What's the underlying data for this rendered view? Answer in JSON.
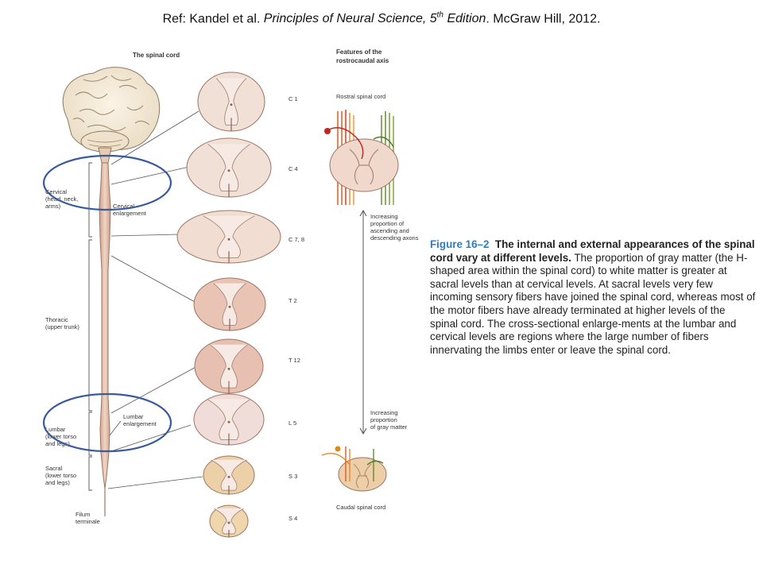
{
  "reference": {
    "prefix": "Ref: Kandel et al. ",
    "title": "Principles of Neural Science, 5",
    "title_sup": "th",
    "title_end": " Edition",
    "publisher": ". McGraw Hill, 2012."
  },
  "headings": {
    "spinal_cord": "The spinal cord",
    "features_line1": "Features of the",
    "features_line2": "rostrocaudal axis"
  },
  "regions": {
    "cervical": [
      "Cervical",
      "(head, neck,",
      "arms)"
    ],
    "thoracic": [
      "Thoracic",
      "(upper trunk)"
    ],
    "lumbar": [
      "Lumbar",
      "(lower torso",
      "and legs)"
    ],
    "sacral": [
      "Sacral",
      "(lower torso",
      "and legs)"
    ],
    "filum": [
      "Filum",
      "terminale"
    ],
    "cervical_enlargement": [
      "Cervical",
      "enlargement"
    ],
    "lumbar_enlargement": [
      "Lumbar",
      "enlargement"
    ]
  },
  "levels": [
    "C 1",
    "C 4",
    "C 7, 8",
    "T 2",
    "T 12",
    "L 5",
    "S 3",
    "S 4"
  ],
  "axis": {
    "rostral": "Rostral spinal cord",
    "caudal": "Caudal spinal cord",
    "increasing_axons": [
      "Increasing",
      "proportion of",
      "ascending and",
      "descending axons"
    ],
    "increasing_gray": [
      "Increasing",
      "proportion",
      "of gray matter"
    ]
  },
  "caption": {
    "figure_label": "Figure 16–2",
    "bold_text": "The internal and external appearances of the spinal cord vary at different levels.",
    "body": "The proportion of gray matter (the H-shaped area within the spinal cord) to white matter is greater at sacral levels than at cervical levels. At sacral levels very few incoming sensory fibers have joined the spinal cord, whereas most of the motor fibers have already terminated at higher levels of the spinal cord. The cross-sectional enlarge-ments at the lumbar and cervical levels are regions where the large number of fibers innervating the limbs enter or leave the spinal cord."
  },
  "colors": {
    "highlight_circle": "#3a5a9c",
    "caption_figure": "#2e7fc0",
    "cord_fill": "#ecc8b4",
    "gray_matter": "#f7eae4"
  }
}
